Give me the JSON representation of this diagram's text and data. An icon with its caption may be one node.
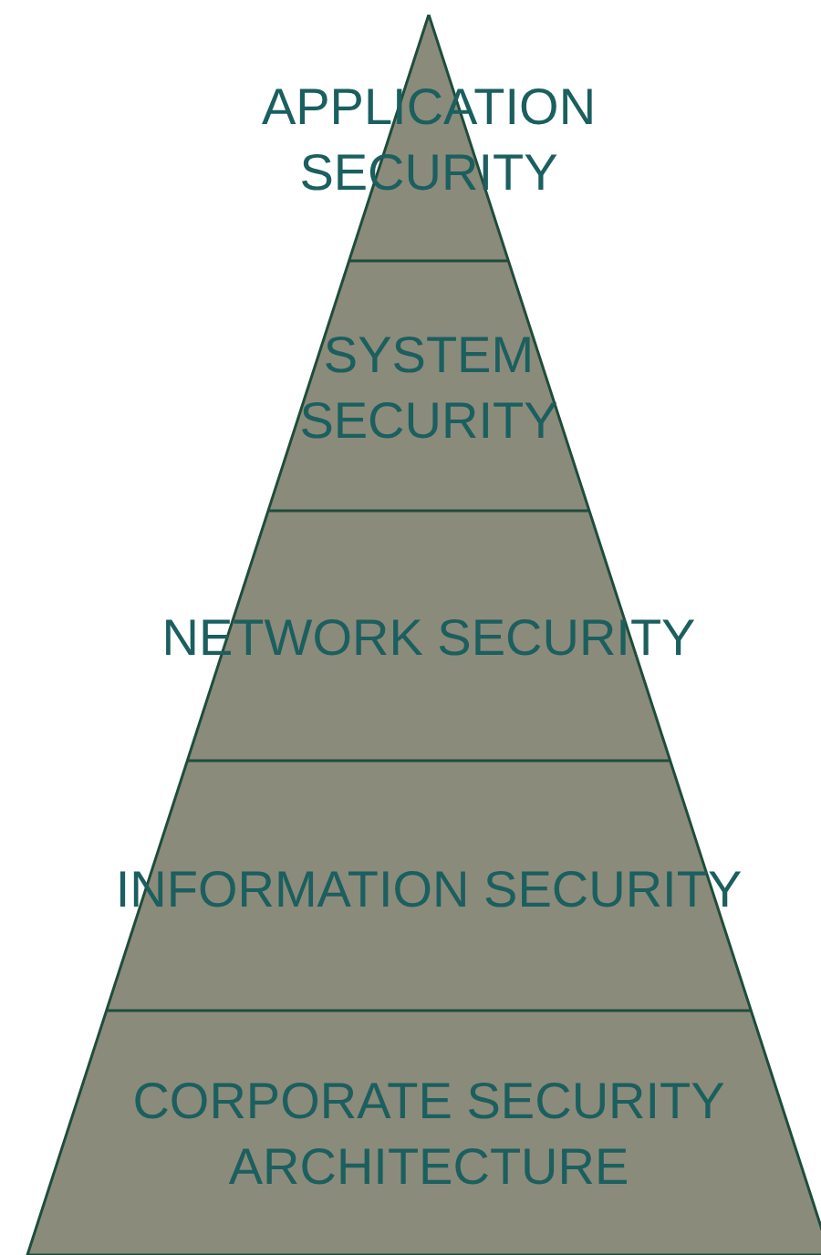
{
  "diagram": {
    "nodes": [
      {
        "text": [
          "APPLICATION SECURITY"
        ]
      },
      {
        "text": [
          "SYSTEM SECURITY"
        ]
      },
      {
        "text": [
          "NETWORK SECURITY"
        ]
      },
      {
        "text": [
          "INFORMATION SECURITY"
        ]
      },
      {
        "text": [
          "CORPORATE SECURITY ARCHITECTURE"
        ]
      }
    ]
  }
}
